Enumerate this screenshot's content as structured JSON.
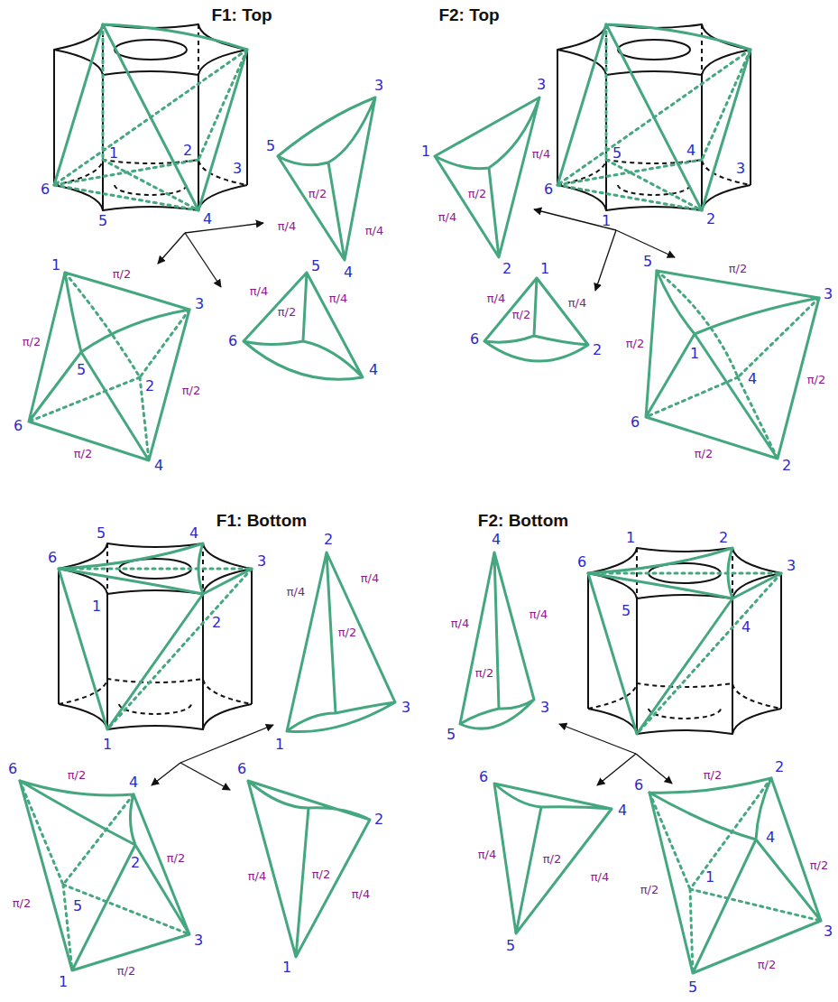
{
  "diagram": {
    "labels": [
      "F1: Top",
      "1",
      "2",
      "3",
      "6",
      "5",
      "4",
      "5",
      "3",
      "4",
      "π/4",
      "π/2",
      "π/4",
      "1",
      "3",
      "5",
      "2",
      "6",
      "4",
      "π/2",
      "π/2",
      "π/2",
      "π/2",
      "5",
      "6",
      "4",
      "π/4",
      "π/2",
      "π/4",
      "F2: Top",
      "5",
      "4",
      "3",
      "6",
      "1",
      "2",
      "1",
      "3",
      "2",
      "π/4",
      "π/2",
      "π/4",
      "1",
      "6",
      "2",
      "π/4",
      "π/2",
      "π/4",
      "5",
      "3",
      "1",
      "4",
      "6",
      "2",
      "π/2",
      "π/2",
      "π/2",
      "π/2",
      "F1: Bottom",
      "5",
      "4",
      "3",
      "6",
      "1",
      "2",
      "1",
      "2",
      "3",
      "1",
      "π/4",
      "π/4",
      "π/2",
      "6",
      "4",
      "2",
      "5",
      "3",
      "1",
      "π/2",
      "π/2",
      "π/2",
      "π/2",
      "6",
      "2",
      "1",
      "π/4",
      "π/2",
      "π/4",
      "F2: Bottom",
      "1",
      "2",
      "3",
      "6",
      "5",
      "4",
      "4",
      "π/4",
      "π/4",
      "π/2",
      "3",
      "5",
      "6",
      "4",
      "5",
      "π/4",
      "π/2",
      "π/4",
      "6",
      "2",
      "4",
      "1",
      "3",
      "5",
      "π/2",
      "π/2",
      "π/2",
      "π/2"
    ]
  }
}
